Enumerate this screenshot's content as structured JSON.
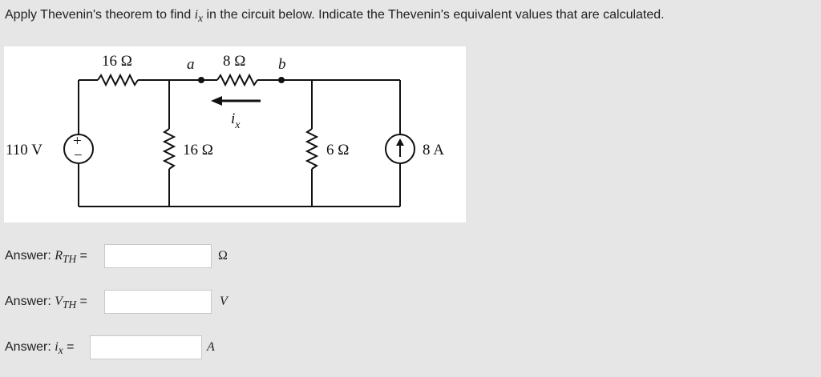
{
  "question": {
    "prefix": "Apply Thevenin's theorem to find ",
    "var": "i",
    "var_sub": "x",
    "suffix": " in the circuit below. Indicate the Thevenin's equivalent values that are calculated."
  },
  "circuit": {
    "source_voltage": "110 V",
    "plus_sign": "+",
    "minus_sign": "−",
    "r_series": "16 Ω",
    "r_shunt": "16 Ω",
    "r_ab": "8 Ω",
    "r_right": "6 Ω",
    "current_source": "8 A",
    "node_a": "a",
    "node_b": "b",
    "current_label": "i",
    "current_sub": "x"
  },
  "answers": [
    {
      "prefix": "Answer: ",
      "sym": "R",
      "sub": "TH",
      "eq": " =",
      "value": "",
      "unit": "Ω",
      "unit_italic": false
    },
    {
      "prefix": "Answer: ",
      "sym": "V",
      "sub": "TH",
      "eq": " =",
      "value": "",
      "unit": "V",
      "unit_italic": true
    },
    {
      "prefix": "Answer: ",
      "sym": "i",
      "sub": "x",
      "eq": " =",
      "value": "",
      "unit": "A",
      "unit_italic": true
    }
  ]
}
